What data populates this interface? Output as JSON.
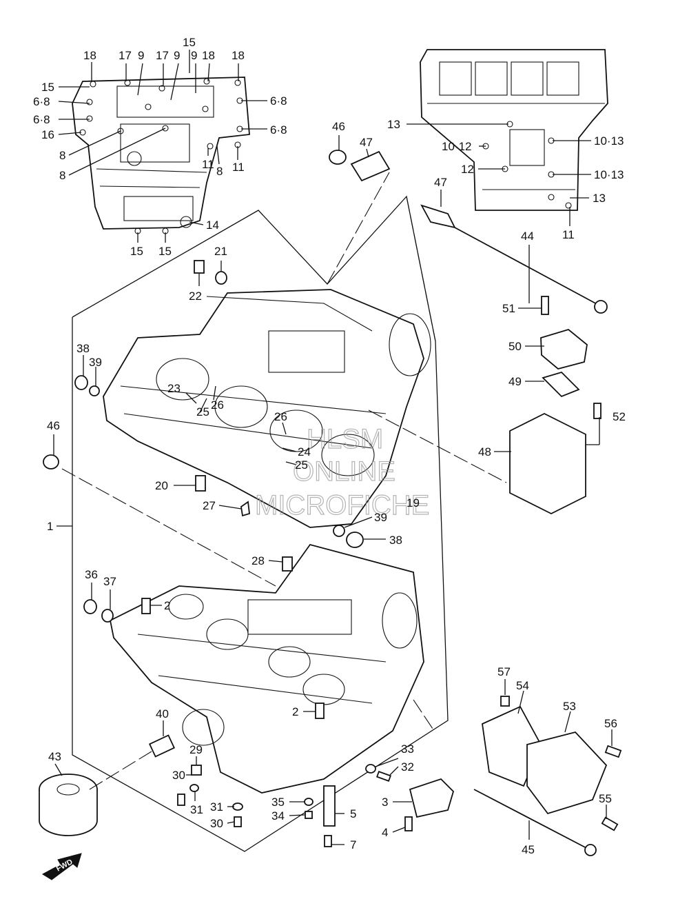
{
  "watermark": {
    "line1": "HLSM",
    "line2": "ONLINE",
    "line3": "MICROFICHE"
  },
  "fwd_badge": "FWD",
  "callouts": {
    "c1": "1",
    "c2a": "2",
    "c2b": "2",
    "c3": "3",
    "c4": "4",
    "c5": "5",
    "c7": "7",
    "c6_8a": "6·8",
    "c6_8b": "6·8",
    "c6_8c": "6·8",
    "c6_8d": "6·8",
    "c8a": "8",
    "c8b": "8",
    "c8c": "8",
    "c9a": "9",
    "c9b": "9",
    "c9c": "9",
    "c10_12": "10·12",
    "c10_13a": "10·13",
    "c10_13b": "10·13",
    "c11a": "11",
    "c11b": "11",
    "c11c": "11",
    "c12": "12",
    "c13a": "13",
    "c13b": "13",
    "c14": "14",
    "c15a": "15",
    "c15b": "15",
    "c15c": "15",
    "c15d": "15",
    "c16": "16",
    "c17a": "17",
    "c17b": "17",
    "c18a": "18",
    "c18b": "18",
    "c18c": "18",
    "c19": "19",
    "c20": "20",
    "c21": "21",
    "c22": "22",
    "c23": "23",
    "c24": "24",
    "c25a": "25",
    "c25b": "25",
    "c26a": "26",
    "c26b": "26",
    "c27": "27",
    "c28": "28",
    "c29": "29",
    "c30a": "30",
    "c30b": "30",
    "c31a": "31",
    "c31b": "31",
    "c32": "32",
    "c33": "33",
    "c34": "34",
    "c35": "35",
    "c36": "36",
    "c37": "37",
    "c38a": "38",
    "c38b": "38",
    "c39a": "39",
    "c39b": "39",
    "c40": "40",
    "c43": "43",
    "c44": "44",
    "c45": "45",
    "c46a": "46",
    "c46b": "46",
    "c47a": "47",
    "c47b": "47",
    "c48": "48",
    "c49": "49",
    "c50": "50",
    "c51": "51",
    "c52": "52",
    "c53": "53",
    "c54": "54",
    "c55": "55",
    "c56": "56",
    "c57": "57"
  }
}
